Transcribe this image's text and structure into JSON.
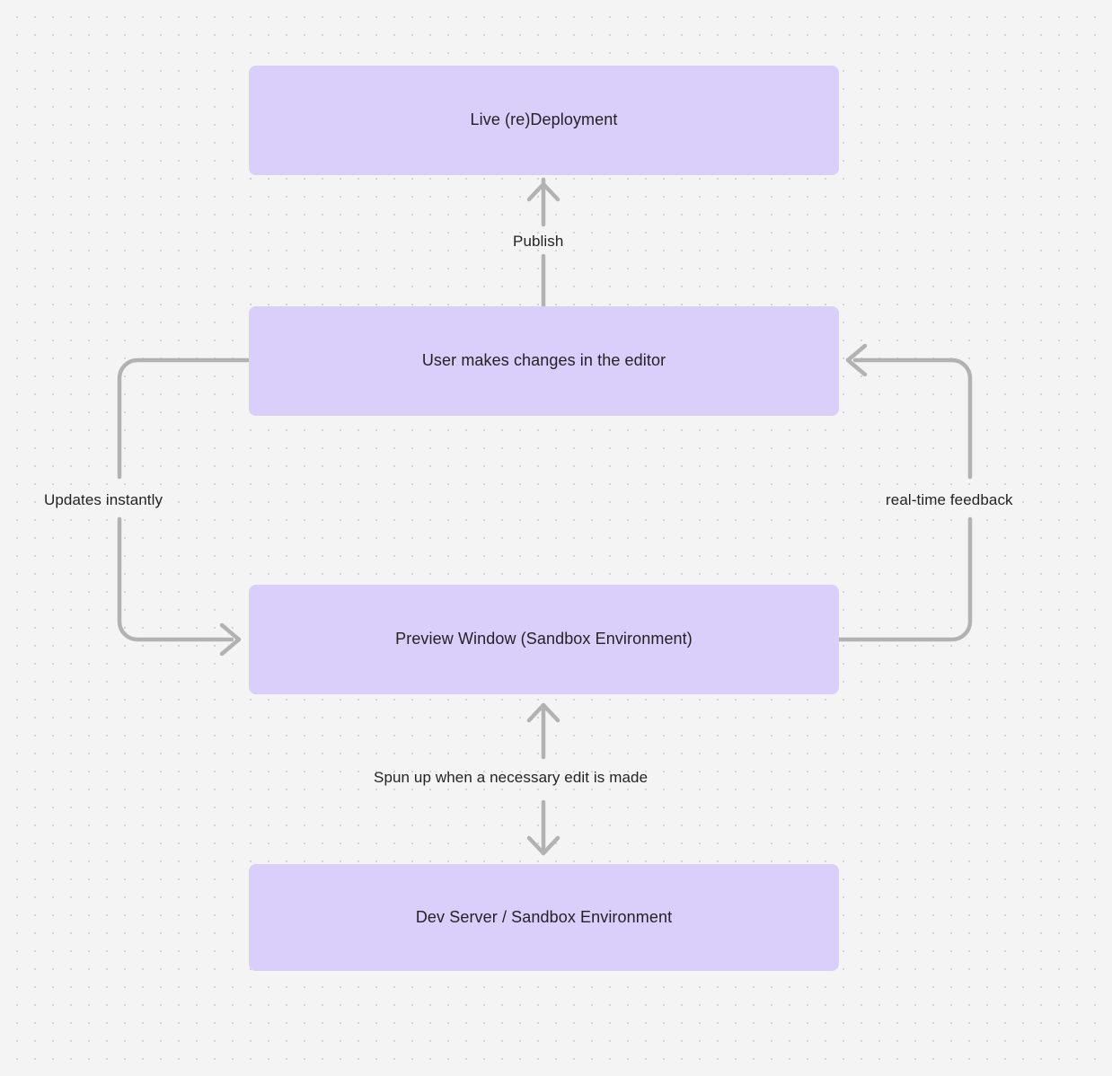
{
  "diagram": {
    "title": "Live redeployment and preview sandbox flow",
    "background_color": "#f4f4f4",
    "dot_grid_color": "#d2d2d2",
    "node_fill": "#dacefa",
    "edge_stroke": "#b2b2b2",
    "text_color": "#232323",
    "nodes": [
      {
        "id": "live-deployment",
        "label": "Live (re)Deployment"
      },
      {
        "id": "user-edit",
        "label": "User makes changes in the editor"
      },
      {
        "id": "preview-window",
        "label": "Preview Window (Sandbox Environment)"
      },
      {
        "id": "dev-server",
        "label": "Dev Server / Sandbox Environment"
      }
    ],
    "edges": [
      {
        "id": "publish",
        "from": "user-edit",
        "to": "live-deployment",
        "label": "Publish",
        "direction": "up"
      },
      {
        "id": "updates-instantly",
        "from": "user-edit",
        "to": "preview-window",
        "label": "Updates instantly",
        "direction": "left-loop-down"
      },
      {
        "id": "real-time-feedback",
        "from": "preview-window",
        "to": "user-edit",
        "label": "real-time feedback",
        "direction": "right-loop-up"
      },
      {
        "id": "spun-up",
        "from": "preview-window",
        "to": "dev-server",
        "label": "Spun up when a necessary edit is made",
        "direction": "bidirectional"
      }
    ]
  }
}
